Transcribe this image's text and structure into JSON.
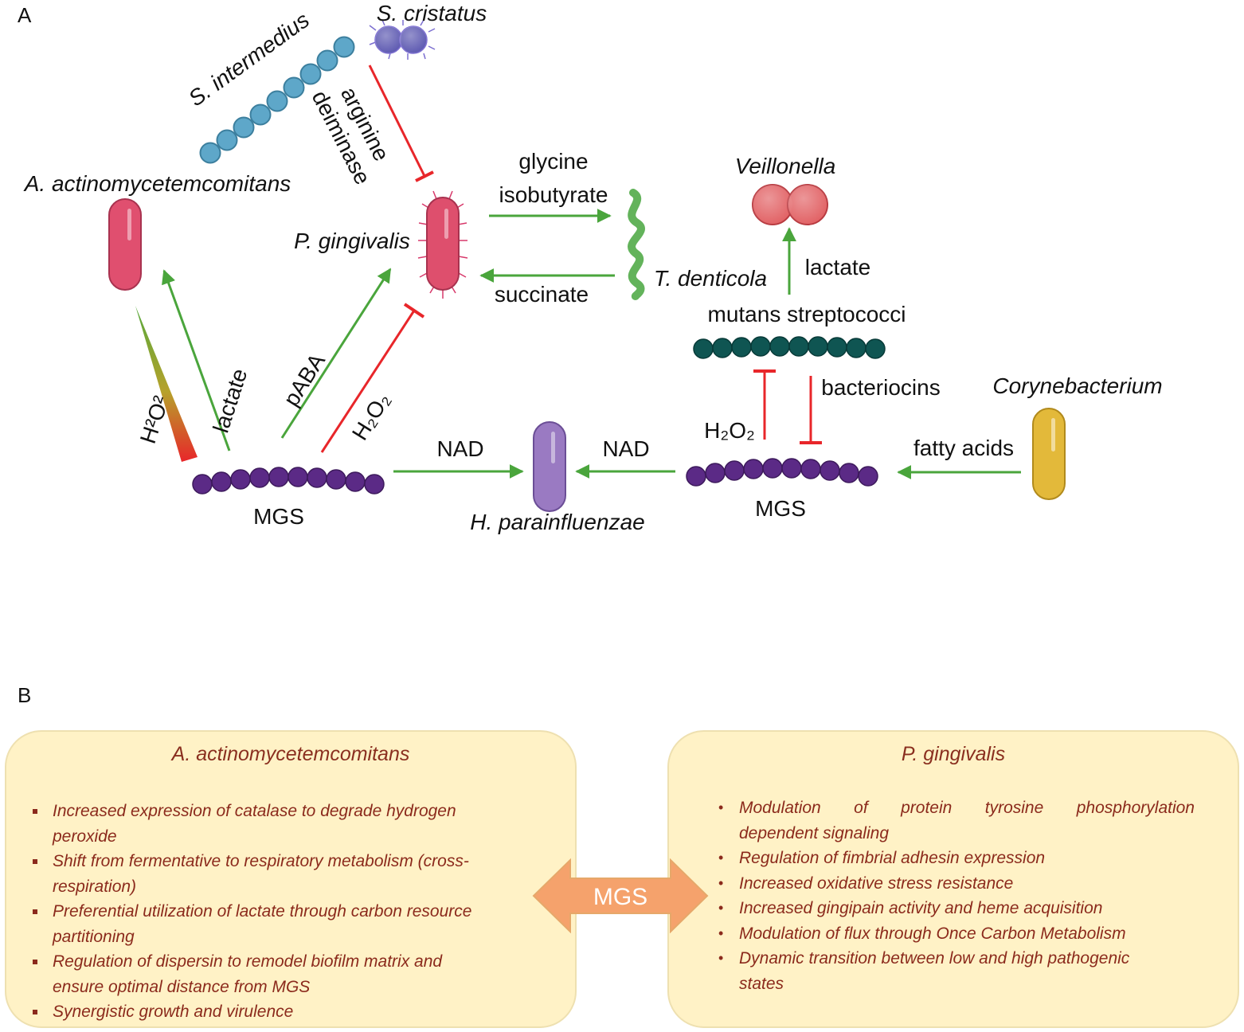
{
  "panel_a": {
    "letter": "A",
    "organisms": {
      "s_intermedius": "S. intermedius",
      "s_cristatus": "S. cristatus",
      "aa": "A. actinomycetemcomitans",
      "pg": "P. gingivalis",
      "td": "T. denticola",
      "veillonella": "Veillonella",
      "mutans": "mutans streptococci",
      "corynebacterium": "Corynebacterium",
      "hp": "H. parainfluenzae",
      "mgs_left": "MGS",
      "mgs_right": "MGS"
    },
    "interactions": {
      "arginine": "arginine",
      "deiminase": "deiminase",
      "glycine": "glycine",
      "isobutyrate": "isobutyrate",
      "succinate": "succinate",
      "lactate_veillonella": "lactate",
      "bacteriocins": "bacteriocins",
      "h2o2_mutans": "H₂O₂",
      "fatty_acids": "fatty acids",
      "nad_left": "NAD",
      "nad_right": "NAD",
      "h2o2_aa": "H²O²",
      "lactate_aa": "lactate",
      "paba": "pABA",
      "h2o2_pg": "H₂O₂"
    },
    "colors": {
      "promote_arrow": "#4aa53c",
      "inhibit_arrow": "#e8262a",
      "mgs": "#5b2a86",
      "mutans": "#0f5552",
      "s_intermedius": "#5ea7c9",
      "s_cristatus": "#5b57b0",
      "aa": "#e04f6f",
      "pg": "#de4f6d",
      "td": "#63b35b",
      "veillonella": "#e15f62",
      "corynebacterium": "#e3b93a",
      "hp": "#9a7ac2"
    }
  },
  "panel_b": {
    "letter": "B",
    "center_label": "MGS",
    "left_box": {
      "title": "A. actinomycetemcomitans",
      "items": [
        [
          "Increased expression of catalase to degrade hydrogen",
          "peroxide"
        ],
        [
          "Shift from fermentative to respiratory metabolism (cross-",
          "respiration)"
        ],
        [
          "Preferential utilization of lactate through carbon resource",
          "partitioning"
        ],
        [
          "Regulation of dispersin to remodel biofilm matrix and",
          "ensure optimal distance from MGS"
        ],
        [
          "Synergistic growth and virulence"
        ]
      ]
    },
    "right_box": {
      "title": "P. gingivalis",
      "items": [
        [
          "Modulation of protein tyrosine phosphorylation",
          "dependent signaling"
        ],
        [
          "Regulation of fimbrial adhesin expression"
        ],
        [
          "Increased oxidative stress resistance"
        ],
        [
          "Increased gingipain activity and heme acquisition"
        ],
        [
          "Modulation of flux through Once Carbon Metabolism"
        ],
        [
          "Dynamic transition between low and high pathogenic",
          "states"
        ]
      ]
    },
    "colors": {
      "box_fill": "#fff2c6",
      "text": "#8b2a1c",
      "arrow": "#f5a26c"
    }
  }
}
